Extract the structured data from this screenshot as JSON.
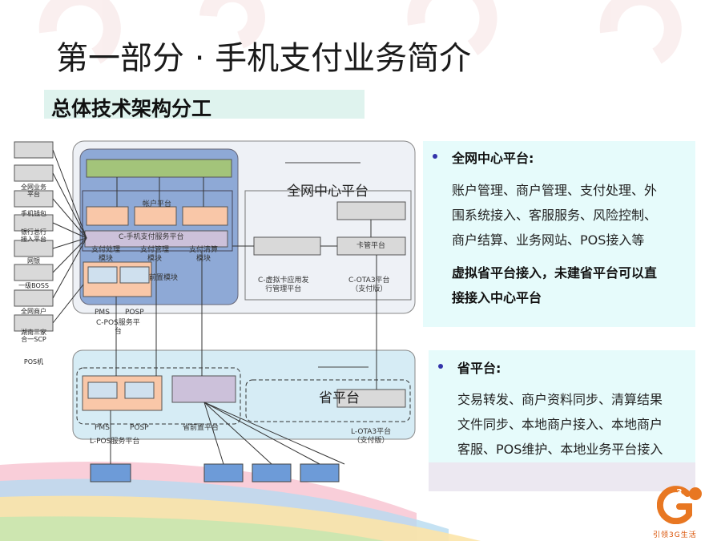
{
  "page": {
    "title": "第一部分 · 手机支付业务简介",
    "subtitle": "总体技术架构分工"
  },
  "central_panel": {
    "heading": "全网中心平台:",
    "lines": [
      "账户管理、商户管理、支付处理、外",
      "围系统接入、客服服务、风险控制、",
      "商户结算、业务网站、POS接入等"
    ],
    "bold_lines": [
      "虚拟省平台接入，未建省平台可以直",
      "接接入中心平台"
    ]
  },
  "province_panel": {
    "heading": "省平台:",
    "lines": [
      "交易转发、商户资料同步、清算结果",
      "文件同步、本地商户接入、本地商户",
      "客服、POS维护、本地业务平台接入"
    ]
  },
  "diagram": {
    "central_title": "全网中心平台",
    "province_title": "省平台",
    "account_platform": "帐户平台",
    "c_payment_service": "C-手机支付服务平台",
    "pay_processing": "支付处理\n模块",
    "pay_management": "支付管理\n模块",
    "pay_clearing": "支付清算\n模块",
    "pre_module": "前置模块",
    "pms": "PMS",
    "posp": "POSP",
    "c_pos_service": "C-POS服务平\n台",
    "c_virtual_card": "C-虚拟卡应用发\n行管理平台",
    "card_mgmt": "卡管平台",
    "c_ota3": "C-OTA3平台\n（支付版）",
    "l_pms": "PMS",
    "l_posp": "POSP",
    "l_pos_service": "L-POS服务平台",
    "prov_front": "省前置平台",
    "l_ota3": "L-OTA3平台\n（支付版）",
    "left_items": [
      "全网业务\n平台",
      "手机钱包",
      "银行总行\n接入平台",
      "网银",
      "一级BOSS",
      "全网商户",
      "湖南三家\n合一SCP",
      "POS机"
    ]
  },
  "footer": {
    "slogan": "引领3G生活",
    "logo_mark": "3"
  },
  "colors": {
    "central_box": "#7f9fcf",
    "province_box": "#d6ecf5",
    "peach": "#f9c7a8",
    "green_bar": "#9bbb59",
    "lavender": "#ccc1da",
    "blue_small": "#6d9bd8",
    "orange": "#e87722"
  }
}
